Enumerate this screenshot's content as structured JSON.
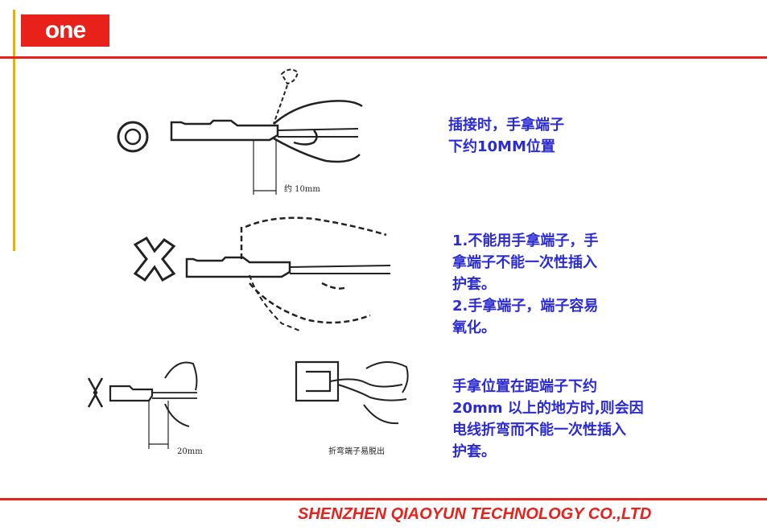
{
  "header": {
    "logo_text": "one",
    "brand_color": "#e8211b",
    "accent_color": "#e8b400"
  },
  "notes": [
    {
      "lines": [
        "插接时，手拿端子",
        "下约10MM位置"
      ]
    },
    {
      "lines": [
        "1.不能用手拿端子，手",
        "拿端子不能一次性插入",
        "护套。",
        "2.手拿端子，端子容易",
        "氧化。"
      ]
    },
    {
      "lines": [
        "手拿位置在距端子下约",
        "20mm 以上的地方时,则会因",
        "电线折弯而不能一次性插入",
        "护套。"
      ]
    }
  ],
  "figures": {
    "fig1_label": "约 10mm",
    "fig3_label": "20mm",
    "fig4_label": "折弯端子易脱出"
  },
  "footer": {
    "company": "SHENZHEN QIAOYUN TECHNOLOGY CO.,LTD"
  },
  "text_color": "#2b2bd6"
}
